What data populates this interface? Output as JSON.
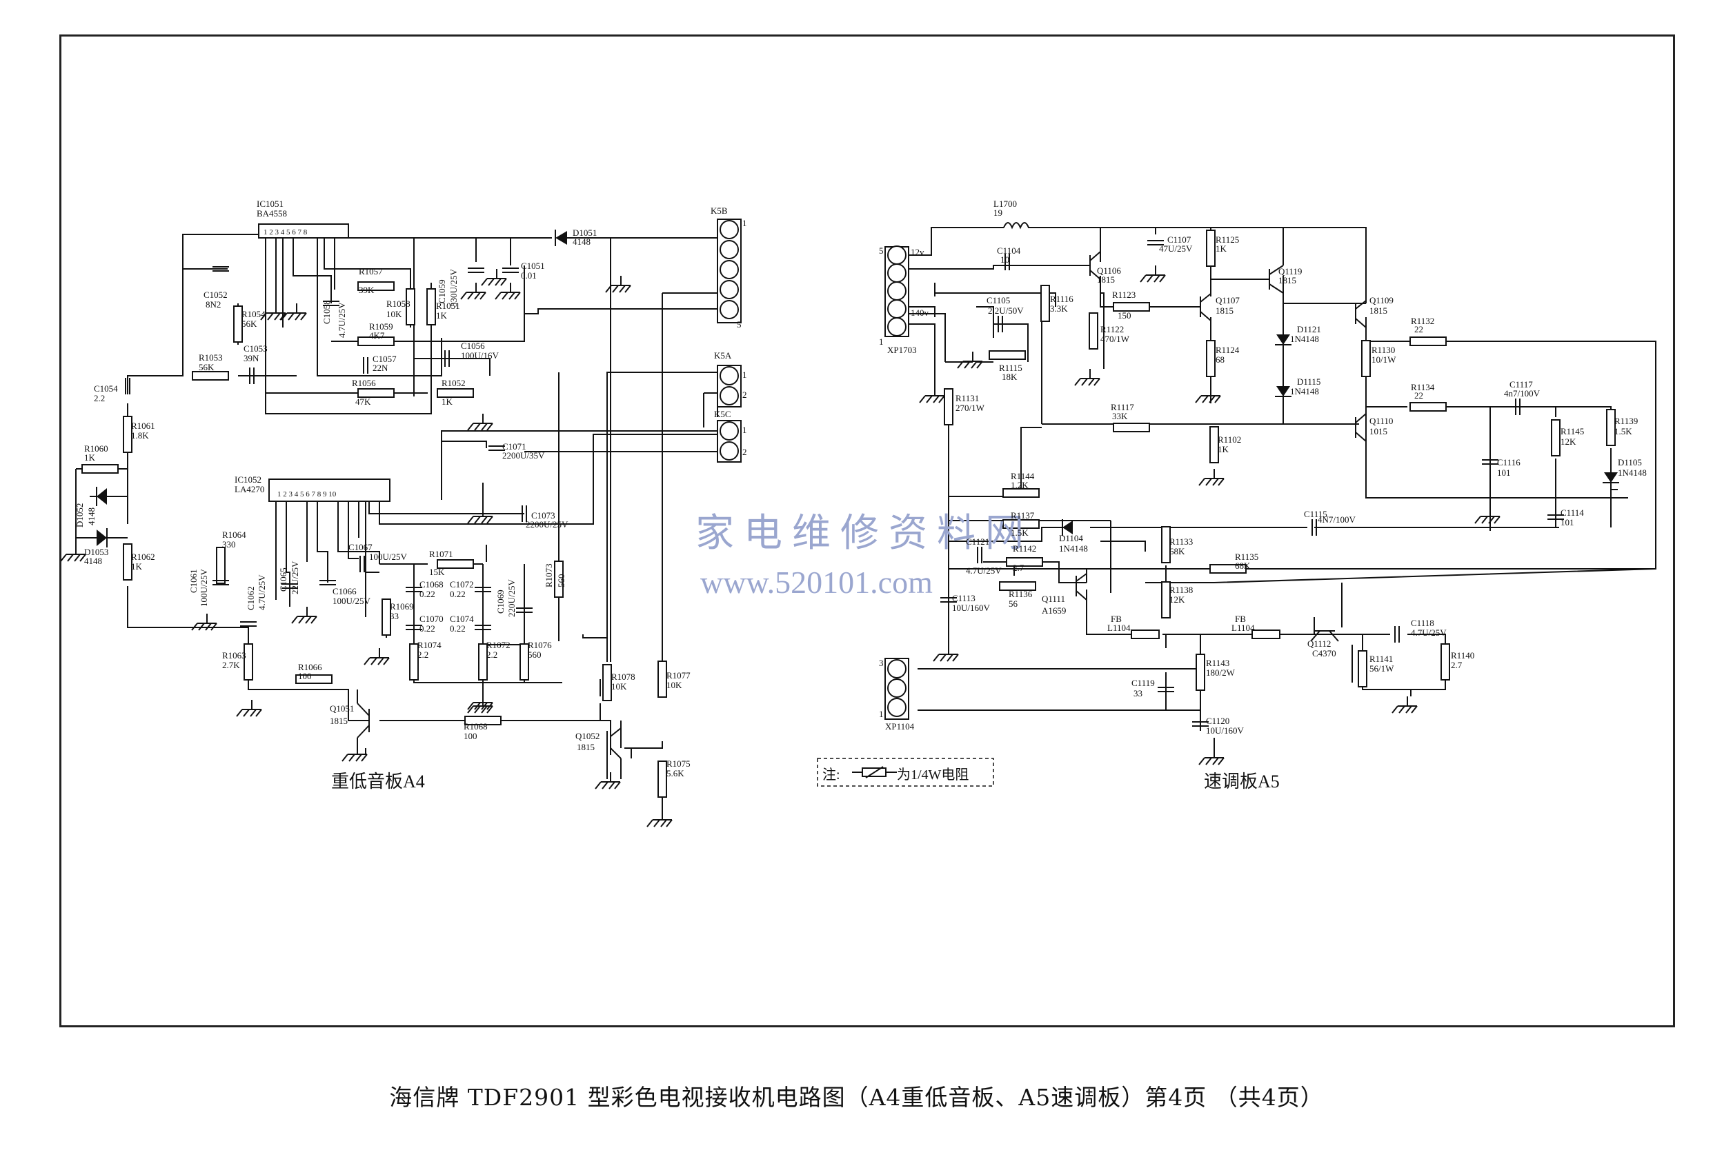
{
  "caption": "海信牌 TDF2901 型彩色电视接收机电路图（A4重低音板、A5速调板）第4页 （共4页）",
  "watermark": {
    "line1": "家电维修资料网",
    "line2": "www.520101.com"
  },
  "board_a4": {
    "title": "重低音板A4"
  },
  "board_a5": {
    "title": "速调板A5"
  },
  "note": {
    "prefix": "注:",
    "text": "为1/4W电阻"
  },
  "labels": {
    "IC1051": "IC1051",
    "BA4558": "BA4558",
    "IC1052": "IC1052",
    "LA4270": "LA4270",
    "K5B": "K5B",
    "K5A": "K5A",
    "K5C": "K5C",
    "D1051": "D1051",
    "D1051v": "4148",
    "C1052": "C1052",
    "C1052v": "8N2",
    "R1054": "R1054",
    "R1054v": "56K",
    "R1057": "R1057",
    "R1057v": "39K",
    "C1058": "C1058",
    "C1058v": "4.7U/25V",
    "R1058": "R1058",
    "R1058v": "10K",
    "R1059": "R1059",
    "R1059v": "4K7",
    "C1059": "C1059",
    "C1059v": "330U/25V",
    "R1051": "R1051",
    "R1051v": "1K",
    "C1051": "C1051",
    "C1051v": "0.01",
    "C1056": "C1056",
    "C1056v": "100U/16V",
    "C1053": "C1053",
    "C1053v": "39N",
    "R1053": "R1053",
    "R1053v": "56K",
    "C1057": "C1057",
    "C1057v": "22N",
    "R1056": "R1056",
    "R1056v": "47K",
    "R1052": "R1052",
    "R1052v": "1K",
    "C1054": "C1054",
    "C1054v": "2.2",
    "R1061": "R1061",
    "R1061v": "1.8K",
    "R1060": "R1060",
    "R1060v": "1K",
    "D1052": "D1052",
    "D1052v": "4148",
    "D1053": "D1053",
    "D1053v": "4148",
    "R1062": "R1062",
    "R1062v": "1K",
    "C1071": "C1071",
    "C1071v": "2200U/35V",
    "C1073": "C1073",
    "C1073v": "2200U/25V",
    "R1064": "R1064",
    "R1064v": "330",
    "C1061": "C1061",
    "C1061v": "100U/25V",
    "C1062": "C1062",
    "C1062v": "4.7U/25V",
    "C1065": "C1065",
    "C1065v": "22U/25V",
    "C1066": "C1066",
    "C1066v": "100U/25V",
    "C1067": "C1067",
    "C1067v": "100U/25V",
    "R1071": "R1071",
    "R1071v": "15K",
    "C1068": "C1068",
    "C1068v": "0.22",
    "C1072": "C1072",
    "C1072v": "0.22",
    "C1069": "C1069",
    "C1069v": "220U/25V",
    "R1073": "R1073",
    "R1073v": "560",
    "R1069": "R1069",
    "R1069v": "33",
    "C1070": "C1070",
    "C1070v": "0.22",
    "C1074": "C1074",
    "C1074v": "0.22",
    "R1074": "R1074",
    "R1074v": "2.2",
    "R1072": "R1072",
    "R1072v": "2.2",
    "R1076": "R1076",
    "R1076v": "560",
    "R1063": "R1063",
    "R1063v": "2.7K",
    "R1066": "R1066",
    "R1066v": "100",
    "Q1051": "Q1051",
    "Q1051v": "1815",
    "R1068": "R1068",
    "R1068v": "100",
    "R1078": "R1078",
    "R1078v": "10K",
    "R1077": "R1077",
    "R1077v": "10K",
    "Q1052": "Q1052",
    "Q1052v": "1815",
    "R1075": "R1075",
    "R1075v": "5.6K",
    "L1700": "L1700",
    "L1700v": "19",
    "C1104": "C1104",
    "C1104v": "10",
    "Q1106": "Q1106",
    "Q1106v": "1815",
    "C1107": "C1107",
    "C1107v": "47U/25V",
    "R1125": "R1125",
    "R1125v": "1K",
    "Q1119": "Q1119",
    "Q1119v": "1815",
    "Q1109": "Q1109",
    "Q1109v": "1815",
    "C1105": "C1105",
    "C1105v": "2.2U/50V",
    "R1116": "R1116",
    "R1116v": "3.3K",
    "R1123": "R1123",
    "R1123v": "150",
    "Q1107": "Q1107",
    "Q1107v": "1815",
    "R1122": "R1122",
    "R1122v": "470/1W",
    "D1121": "D1121",
    "D1121v": "1N4148",
    "R1132": "R1132",
    "R1132v": "22",
    "R1124": "R1124",
    "R1124v": "68",
    "R1130": "R1130",
    "R1130v": "10/1W",
    "R1115": "R1115",
    "R1115v": "18K",
    "D1115": "D1115",
    "D1115v": "1N4148",
    "R1134": "R1134",
    "R1134v": "22",
    "C1117": "C1117",
    "C1117v": "4n7/100V",
    "R1131": "R1131",
    "R1131v": "270/1W",
    "R1117": "R1117",
    "R1117v": "33K",
    "Q1110": "Q1110",
    "Q1110v": "1015",
    "R1139": "R1139",
    "R1139v": "1.5K",
    "R1145": "R1145",
    "R1145v": "12K",
    "R1102": "R1102",
    "R1102v": "1K",
    "C1116": "C1116",
    "C1116v": "101",
    "D1105": "D1105",
    "D1105v": "1N4148",
    "R1144": "R1144",
    "R1144v": "1.2K",
    "R1137": "R1137",
    "R1137v": "1.5K",
    "D1104": "D1104",
    "D1104v": "1N4148",
    "C1115": "C1115",
    "C1115v": "4N7/100V",
    "C1114": "C1114",
    "C1114v": "101",
    "C1121": "C1121",
    "C1121v": "4.7U/25V",
    "R1142": "R1142",
    "R1142v": "2.7",
    "R1133": "R1133",
    "R1133v": "68K",
    "R1135": "R1135",
    "R1135v": "68K",
    "R1136": "R1136",
    "R1136v": "56",
    "Q1111": "Q1111",
    "Q1111v": "A1659",
    "C1113": "C1113",
    "C1113v": "10U/160V",
    "R1138": "R1138",
    "R1138v": "12K",
    "FB1": "FB",
    "L1104a": "L1104",
    "FB2": "FB",
    "L1104b": "L1104",
    "Q1112": "Q1112",
    "Q1112v": "C4370",
    "C1118": "C1118",
    "C1118v": "4.7U/25V",
    "R1141": "R1141",
    "R1141v": "56/1W",
    "R1140": "R1140",
    "R1140v": "2.7",
    "R1143": "R1143",
    "R1143v": "180/2W",
    "C1119": "C1119",
    "C1119v": "33",
    "C1120": "C1120",
    "C1120v": "10U/160V",
    "XP1703": "XP1703",
    "XP1104": "XP1104",
    "pin5": "5",
    "pin1": "1",
    "pin1b": "1",
    "pin2": "2",
    "pin1c": "1",
    "pin2b": "2",
    "pin5b": "5",
    "pin1d": "1",
    "pin3": "3",
    "pin1e": "1",
    "v12": "12v",
    "v140": "140v",
    "ic1pins": "1 2 3 4 5 6 7 8",
    "ic2pins": "1 2 3 4 5 6 7 8 9 10"
  }
}
